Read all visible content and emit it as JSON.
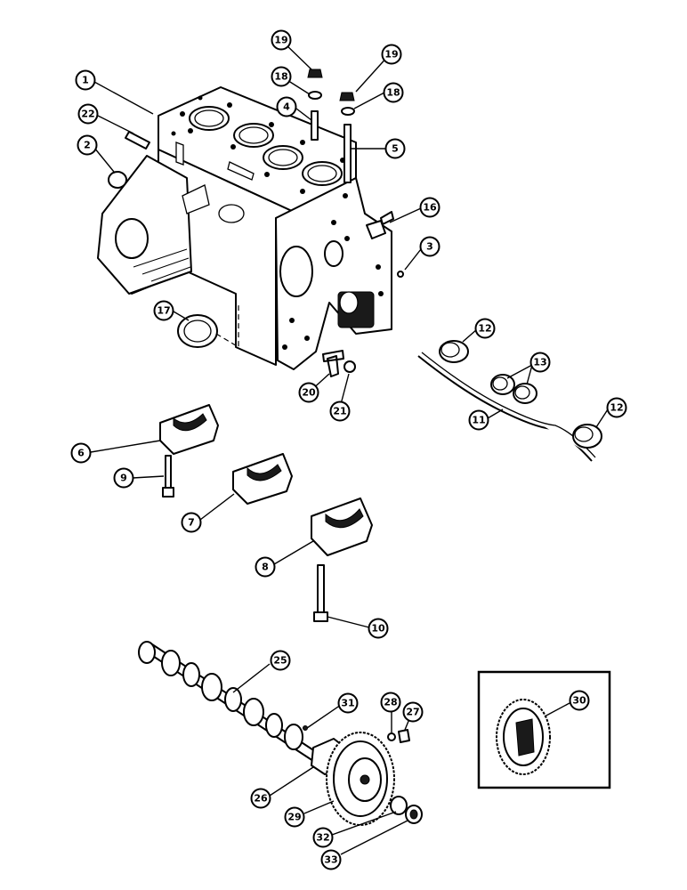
{
  "callouts": [
    {
      "label": "1"
    },
    {
      "label": "22"
    },
    {
      "label": "2"
    },
    {
      "label": "19"
    },
    {
      "label": "18"
    },
    {
      "label": "4"
    },
    {
      "label": "19"
    },
    {
      "label": "18"
    },
    {
      "label": "5"
    },
    {
      "label": "16"
    },
    {
      "label": "3"
    },
    {
      "label": "17"
    },
    {
      "label": "20"
    },
    {
      "label": "21"
    },
    {
      "label": "12"
    },
    {
      "label": "13"
    },
    {
      "label": "11"
    },
    {
      "label": "12"
    },
    {
      "label": "6"
    },
    {
      "label": "9"
    },
    {
      "label": "7"
    },
    {
      "label": "8"
    },
    {
      "label": "10"
    },
    {
      "label": "25"
    },
    {
      "label": "31"
    },
    {
      "label": "28"
    },
    {
      "label": "27"
    },
    {
      "label": "26"
    },
    {
      "label": "29"
    },
    {
      "label": "32"
    },
    {
      "label": "33"
    },
    {
      "label": "30"
    }
  ]
}
